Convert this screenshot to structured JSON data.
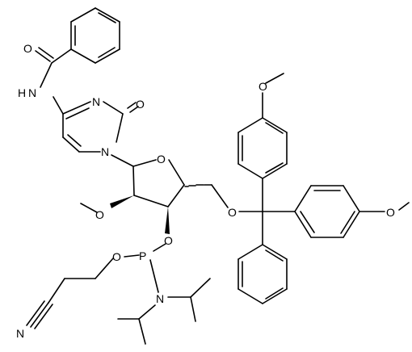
{
  "atom_labels": {
    "o_amide": "O",
    "n_amide": "N",
    "h_amide": "H",
    "n3_ring": "N",
    "o_c2": "O",
    "n1_ring": "N",
    "o_ring": "O",
    "o_methoxy_2": "O",
    "o_ether_5": "O",
    "o_methoxy_top": "O",
    "o_methoxy_right": "O",
    "o_phosphite_3": "O",
    "p": "P",
    "o_cyanoethyl": "O",
    "n_amine": "N",
    "nitrile": "N"
  },
  "colors": {
    "bond": "#000000",
    "text": "#000000",
    "background": "#ffffff"
  }
}
